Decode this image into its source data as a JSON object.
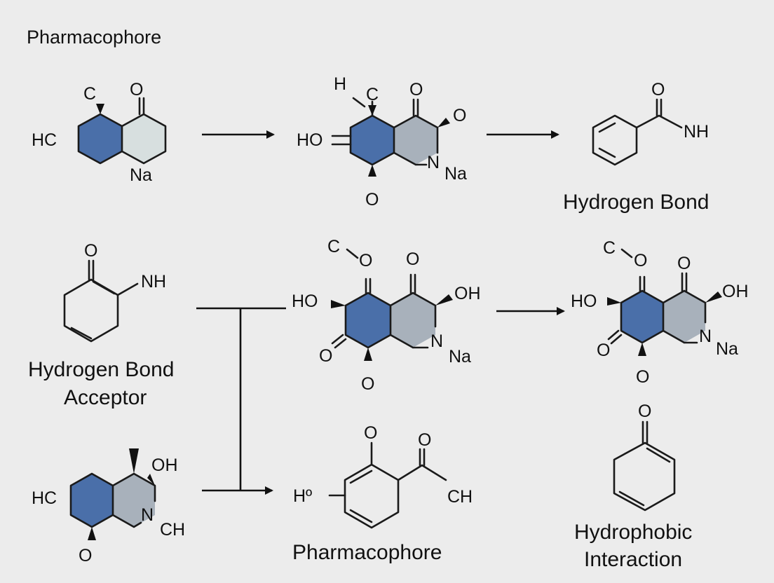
{
  "title": "Pharmacophore",
  "colors": {
    "blue_ring": "#4a6fa9",
    "light_ring": "#d7dfdf",
    "gray_ring": "#a8b1bb",
    "background": "#ececec"
  },
  "molecules": {
    "m1": {
      "top": "C",
      "oxo": "O",
      "left": "HC",
      "n": "Na"
    },
    "m2": {
      "h": "H",
      "c": "C",
      "ho": "HO",
      "oxo": "O",
      "o_right": "O",
      "n": "N",
      "na": "Na",
      "o_bottom": "O"
    },
    "m3": {
      "oxo": "O",
      "nh": "NH",
      "caption": "Hydrogen Bond"
    },
    "m4": {
      "oxo": "O",
      "nh": "NH",
      "caption_line1": "Hydrogen Bond",
      "caption_line2": "Acceptor"
    },
    "m5": {
      "c": "C",
      "o_top": "O",
      "oxo": "O",
      "ho": "HO",
      "oh": "OH",
      "o_left": "O",
      "n": "N",
      "na": "Na",
      "o_bottom": "O"
    },
    "m6": {
      "c": "C",
      "o_top": "O",
      "oxo": "O",
      "ho": "HO",
      "oh": "OH",
      "o_left": "O",
      "n": "N",
      "na": "Na",
      "o_bottom": "O"
    },
    "m7": {
      "left": "HC",
      "oh": "OH",
      "n": "N",
      "ch": "CH",
      "o_bottom": "O"
    },
    "m8": {
      "o_top": "O",
      "ho": "Hº",
      "oxo": "O",
      "ch": "CH",
      "caption": "Pharmacophore"
    },
    "m9": {
      "oxo": "O",
      "caption_line1": "Hydrophobic",
      "caption_line2": "Interaction"
    }
  }
}
